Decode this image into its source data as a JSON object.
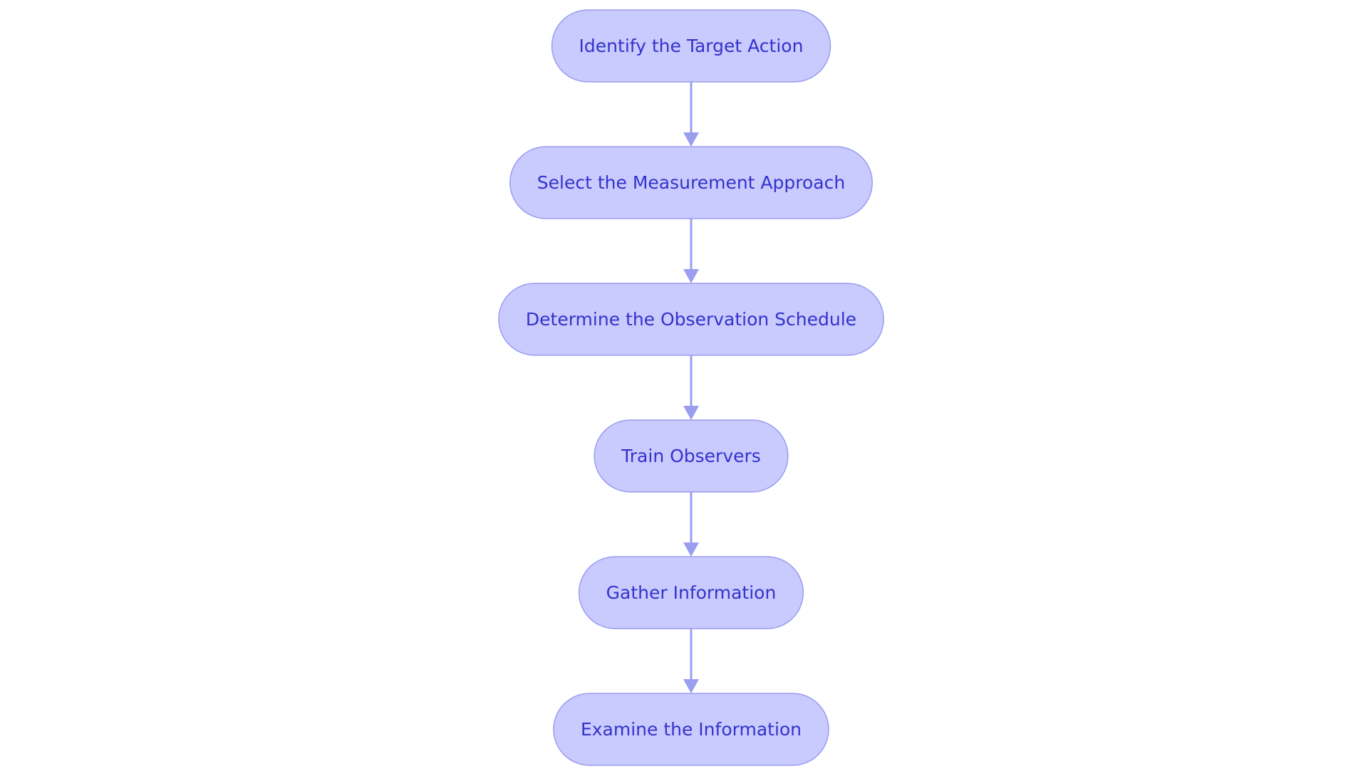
{
  "diagram": {
    "type": "flowchart",
    "direction": "top-to-bottom",
    "node_shape": "stadium",
    "colors": {
      "background": "#ffffff",
      "node_fill": "#c9cafd",
      "node_border": "#9a9cf0",
      "node_text": "#3333cc",
      "edge": "#9a9ef0"
    },
    "nodes": [
      {
        "id": "n1",
        "label": "Identify the Target Action"
      },
      {
        "id": "n2",
        "label": "Select the Measurement Approach"
      },
      {
        "id": "n3",
        "label": "Determine the Observation Schedule"
      },
      {
        "id": "n4",
        "label": "Train Observers"
      },
      {
        "id": "n5",
        "label": "Gather Information"
      },
      {
        "id": "n6",
        "label": "Examine the Information"
      }
    ],
    "edges": [
      {
        "from": "n1",
        "to": "n2"
      },
      {
        "from": "n2",
        "to": "n3"
      },
      {
        "from": "n3",
        "to": "n4"
      },
      {
        "from": "n4",
        "to": "n5"
      },
      {
        "from": "n5",
        "to": "n6"
      }
    ]
  }
}
